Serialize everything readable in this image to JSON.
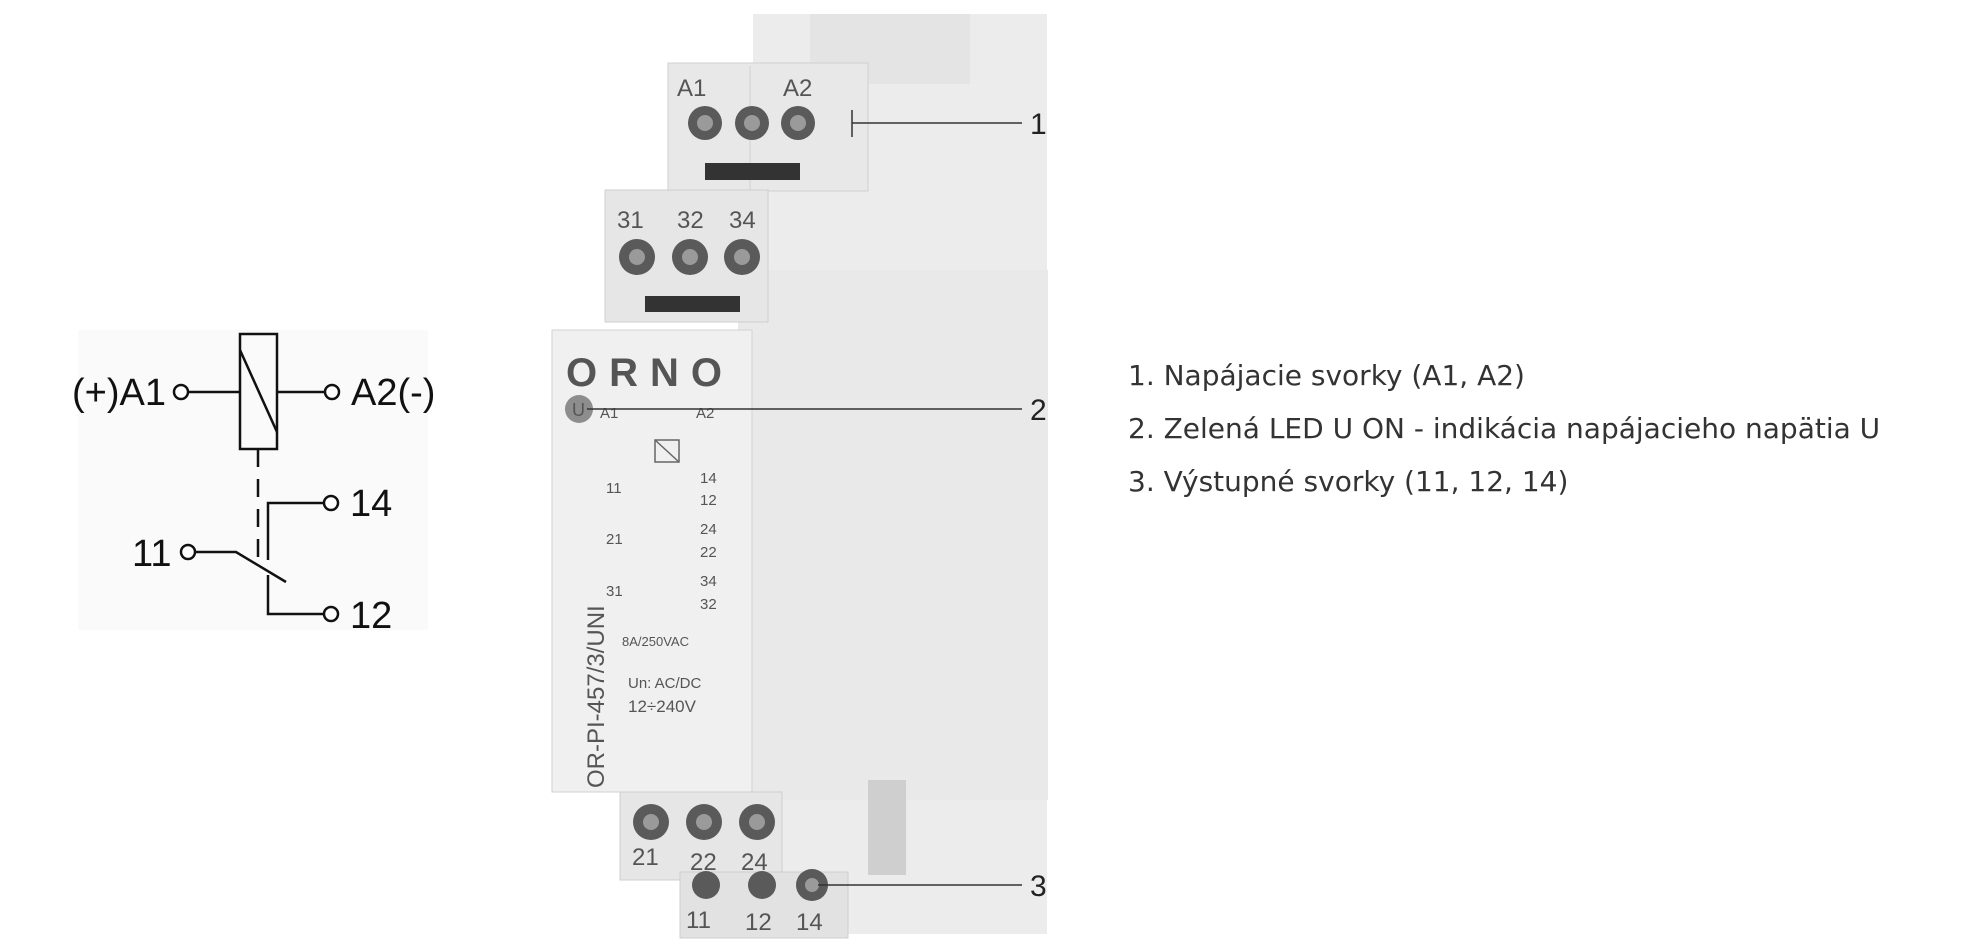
{
  "schematic": {
    "label_a1": "(+)A1",
    "label_a2": "A2(-)",
    "label_14": "14",
    "label_11": "11",
    "label_12": "12"
  },
  "device": {
    "brand": "ORNO",
    "top_terminals": [
      "A1",
      "A2"
    ],
    "mid_terminals": [
      "31",
      "32",
      "34"
    ],
    "bottom_upper_terminals": [
      "21",
      "22",
      "24"
    ],
    "bottom_lower_terminals": [
      "11",
      "12",
      "14"
    ],
    "led_letter": "U",
    "panel_a1": "A1",
    "panel_a2": "A2",
    "contacts": [
      {
        "left": "11",
        "nc": "12",
        "no": "14"
      },
      {
        "left": "21",
        "nc": "22",
        "no": "24"
      },
      {
        "left": "31",
        "nc": "32",
        "no": "34"
      }
    ],
    "rating": "8A/250VAC",
    "un_label": "Un: AC/DC",
    "voltage": "12÷240V",
    "model": "OR-PI-457/3/UNI"
  },
  "callouts": [
    "1",
    "2",
    "3"
  ],
  "legend": [
    "1. Napájacie svorky (A1, A2)",
    "2. Zelená LED U ON - indikácia napájacieho napätia U",
    "3. Výstupné svorky (11, 12, 14)"
  ]
}
